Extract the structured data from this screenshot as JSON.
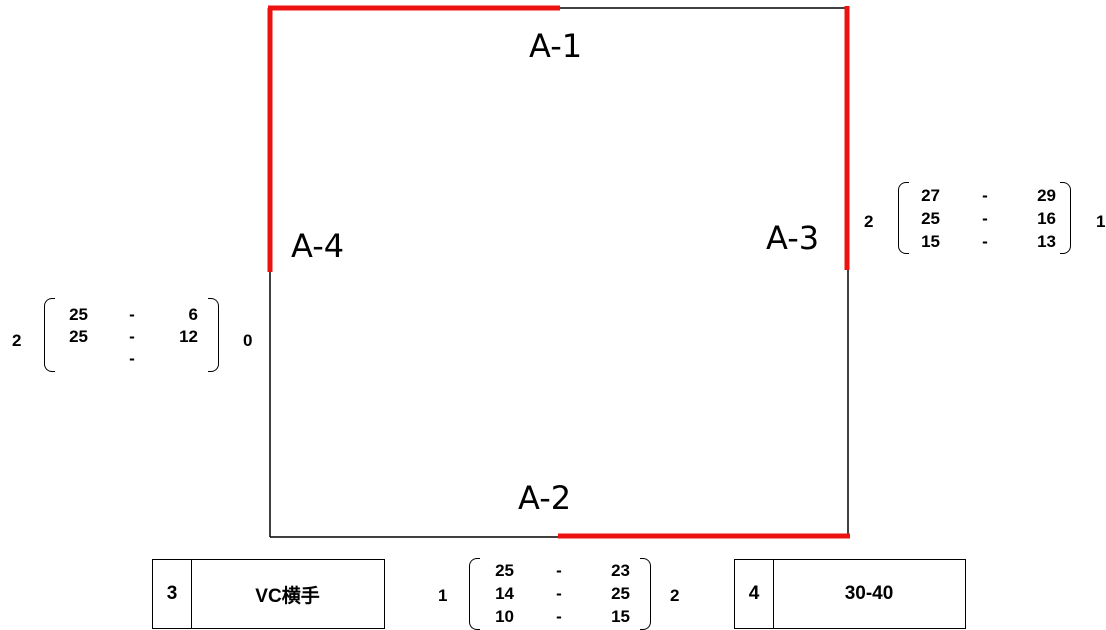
{
  "court": {
    "labels": {
      "a1": "A-1",
      "a2": "A-2",
      "a3": "A-3",
      "a4": "A-4"
    },
    "highlight_color": "#ee1111",
    "line_color": "#000000"
  },
  "matches": {
    "right": {
      "left_sets": "2",
      "right_sets": "1",
      "rows": [
        {
          "left": "27",
          "dash": "-",
          "right": "29"
        },
        {
          "left": "25",
          "dash": "-",
          "right": "16"
        },
        {
          "left": "15",
          "dash": "-",
          "right": "13"
        }
      ]
    },
    "left": {
      "left_sets": "2",
      "right_sets": "0",
      "rows": [
        {
          "left": "25",
          "dash": "-",
          "right": "6"
        },
        {
          "left": "25",
          "dash": "-",
          "right": "12"
        },
        {
          "left": "",
          "dash": "-",
          "right": ""
        }
      ]
    },
    "bottom": {
      "left_sets": "1",
      "right_sets": "2",
      "rows": [
        {
          "left": "25",
          "dash": "-",
          "right": "23"
        },
        {
          "left": "14",
          "dash": "-",
          "right": "25"
        },
        {
          "left": "10",
          "dash": "-",
          "right": "15"
        }
      ]
    }
  },
  "teams": [
    {
      "seed": "3",
      "name": "VC横手"
    },
    {
      "seed": "4",
      "name": "30-40"
    }
  ]
}
